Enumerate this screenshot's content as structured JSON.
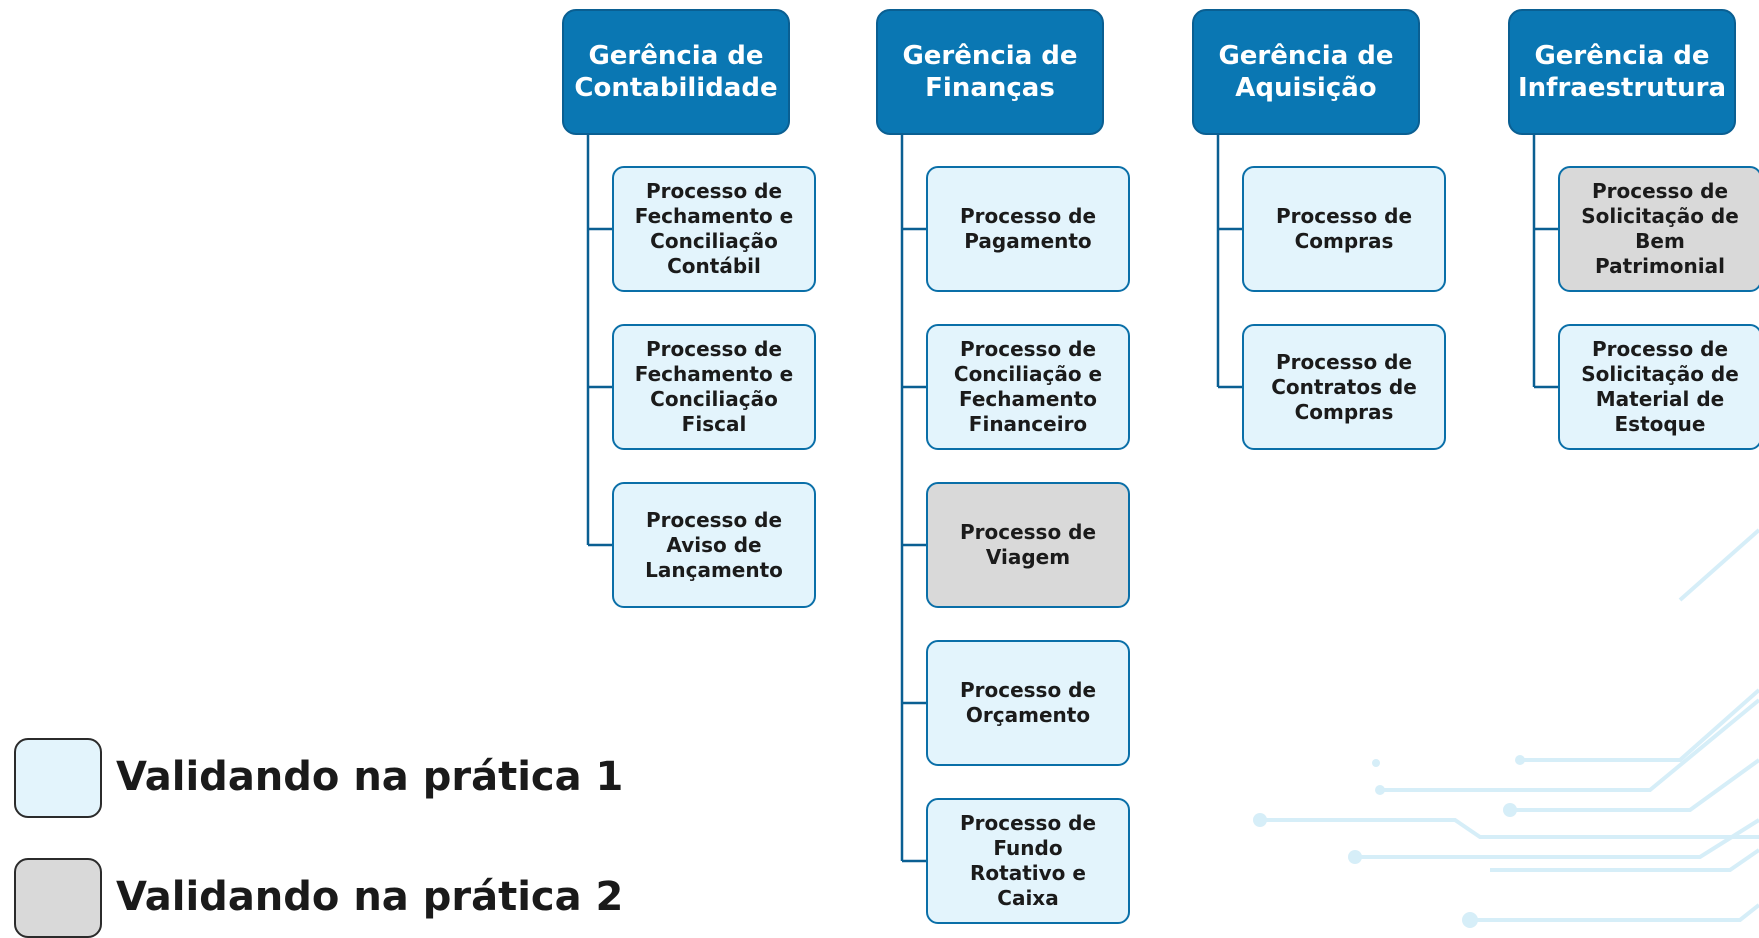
{
  "colors": {
    "header": "#0a77b3",
    "practice_1": "#e3f4fc",
    "practice_2": "#d9d9d9",
    "connector": "#0a5f92",
    "decoration": "#d6eef8"
  },
  "departments": [
    {
      "title": "Gerência de\nContabilidade",
      "processes": [
        {
          "label": "Processo de\nFechamento e\nConciliação\nContábil",
          "group": "practice_1"
        },
        {
          "label": "Processo de\nFechamento e\nConciliação\nFiscal",
          "group": "practice_1"
        },
        {
          "label": "Processo de\nAviso de\nLançamento",
          "group": "practice_1"
        }
      ]
    },
    {
      "title": "Gerência de\nFinanças",
      "processes": [
        {
          "label": "Processo de\nPagamento",
          "group": "practice_1"
        },
        {
          "label": "Processo de\nConciliação e\nFechamento\nFinanceiro",
          "group": "practice_1"
        },
        {
          "label": "Processo de\nViagem",
          "group": "practice_2"
        },
        {
          "label": "Processo de\nOrçamento",
          "group": "practice_1"
        },
        {
          "label": "Processo de\nFundo\nRotativo e\nCaixa",
          "group": "practice_1"
        }
      ]
    },
    {
      "title": "Gerência de\nAquisição",
      "processes": [
        {
          "label": "Processo de\nCompras",
          "group": "practice_1"
        },
        {
          "label": "Processo de\nContratos de\nCompras",
          "group": "practice_1"
        }
      ]
    },
    {
      "title": "Gerência de\nInfraestrutura",
      "processes": [
        {
          "label": "Processo de\nSolicitação de\nBem\nPatrimonial",
          "group": "practice_2"
        },
        {
          "label": "Processo de\nSolicitação de\nMaterial de\nEstoque",
          "group": "practice_1"
        }
      ]
    }
  ],
  "legend": [
    {
      "label": "Validando na prática 1",
      "group": "practice_1"
    },
    {
      "label": "Validando na prática 2",
      "group": "practice_2"
    }
  ]
}
